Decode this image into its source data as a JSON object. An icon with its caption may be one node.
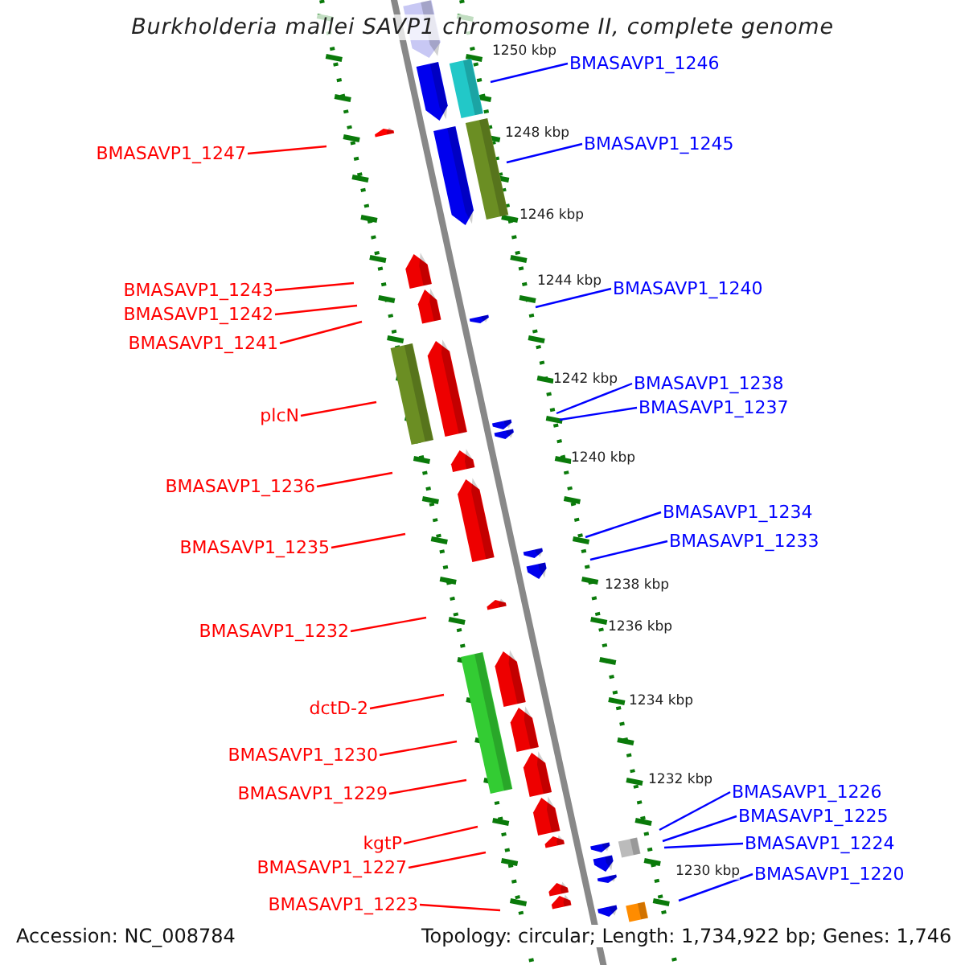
{
  "diagram": {
    "title": "Burkholderia mallei SAVP1 chromosome II, complete genome",
    "nodes": [
      {
        "text": [
          "BMASAVP1_1246"
        ]
      },
      {
        "text": [
          "BMASAVP1_1247"
        ]
      },
      {
        "text": [
          "BMASAVP1_1245"
        ]
      },
      {
        "text": [
          "BMASAVP1_1243"
        ]
      },
      {
        "text": [
          "BMASAVP1_1240"
        ]
      },
      {
        "text": [
          "BMASAVP1_1242"
        ]
      },
      {
        "text": [
          "BMASAVP1_1241"
        ]
      },
      {
        "text": [
          "BMASAVP1_1238"
        ]
      },
      {
        "text": [
          "BMASAVP1_1237"
        ]
      },
      {
        "text": [
          "plcN"
        ]
      },
      {
        "text": [
          "BMASAVP1_1236"
        ]
      },
      {
        "text": [
          "BMASAVP1_1234"
        ]
      },
      {
        "text": [
          "BMASAVP1_1233"
        ]
      },
      {
        "text": [
          "BMASAVP1_1235"
        ]
      },
      {
        "text": [
          "BMASAVP1_1232"
        ]
      },
      {
        "text": [
          "dctD-2"
        ]
      },
      {
        "text": [
          "BMASAVP1_1230"
        ]
      },
      {
        "text": [
          "BMASAVP1_1226"
        ]
      },
      {
        "text": [
          "BMASAVP1_1229"
        ]
      },
      {
        "text": [
          "BMASAVP1_1225"
        ]
      },
      {
        "text": [
          "kgtP"
        ]
      },
      {
        "text": [
          "BMASAVP1_1224"
        ]
      },
      {
        "text": [
          "BMASAVP1_1227"
        ]
      },
      {
        "text": [
          "BMASAVP1_1220"
        ]
      },
      {
        "text": [
          "BMASAVP1_1223"
        ]
      }
    ],
    "edges": [
      {
        "from": 0,
        "to": null,
        "arrow": "none",
        "color": "#0000ff"
      },
      {
        "from": 1,
        "to": null,
        "arrow": "none"
      },
      {
        "from": 2,
        "to": null,
        "arrow": "none",
        "color": "#0000ff"
      },
      {
        "from": 3,
        "to": null,
        "arrow": "none"
      },
      {
        "from": 4,
        "to": null,
        "arrow": "none",
        "color": "#0000ff"
      },
      {
        "from": 5,
        "to": null,
        "arrow": "none"
      },
      {
        "from": 6,
        "to": null,
        "arrow": "none"
      },
      {
        "from": 7,
        "to": null,
        "arrow": "none",
        "color": "#0000ff"
      },
      {
        "from": 8,
        "to": null,
        "arrow": "none",
        "color": "#0000ff"
      },
      {
        "from": 9,
        "to": null,
        "arrow": "none"
      },
      {
        "from": 10,
        "to": null,
        "arrow": "none"
      },
      {
        "from": 11,
        "to": null,
        "arrow": "none",
        "color": "#0000ff"
      },
      {
        "from": 12,
        "to": null,
        "arrow": "none",
        "color": "#0000ff"
      },
      {
        "from": 13,
        "to": null,
        "arrow": "none"
      },
      {
        "from": 14,
        "to": null,
        "arrow": "none"
      },
      {
        "from": 15,
        "to": null,
        "arrow": "none"
      },
      {
        "from": 16,
        "to": null,
        "arrow": "none"
      },
      {
        "from": 17,
        "to": null,
        "arrow": "none",
        "color": "#0000ff"
      },
      {
        "from": 18,
        "to": null,
        "arrow": "none"
      },
      {
        "from": 19,
        "to": null,
        "arrow": "none",
        "color": "#0000ff"
      },
      {
        "from": 20,
        "to": null,
        "arrow": "none"
      },
      {
        "from": 21,
        "to": null,
        "arrow": "none",
        "color": "#0000ff"
      },
      {
        "from": 22,
        "to": null,
        "arrow": "none"
      },
      {
        "from": 23,
        "to": null,
        "arrow": "none",
        "color": "#0000ff"
      },
      {
        "from": 24,
        "to": null,
        "arrow": "none"
      }
    ],
    "labels": [
      "1250 kbp",
      "1248 kbp",
      "1246 kbp",
      "1244 kbp",
      "1242 kbp",
      "1240 kbp",
      "1238 kbp",
      "1236 kbp",
      "1234 kbp",
      "1232 kbp",
      "1230 kbp",
      "Accession: NC_008784",
      "Topology: circular; Length: 1,734,922 bp; Genes: 1,746"
    ]
  }
}
